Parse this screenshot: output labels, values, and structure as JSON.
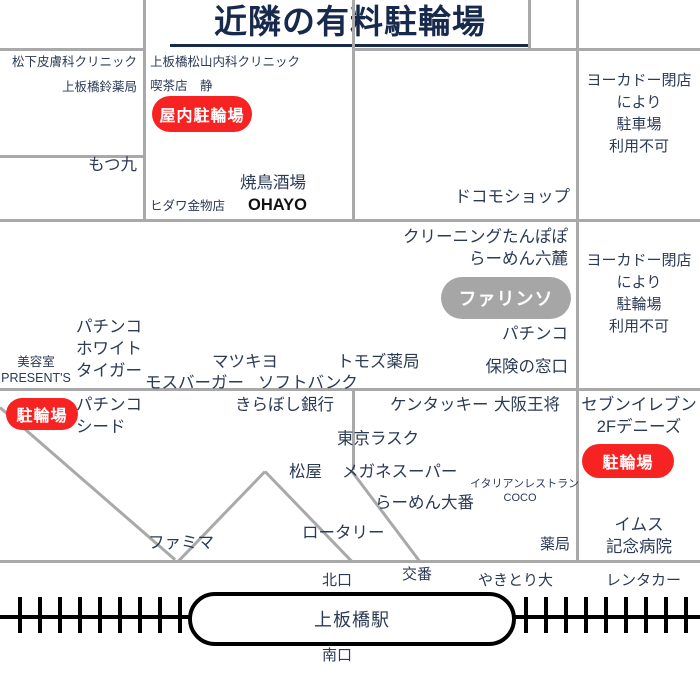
{
  "title": "近隣の有料駐輪場",
  "colors": {
    "accent_red": "#f72323",
    "badge_gray": "#a6a6a6",
    "text_navy": "#2b3a55",
    "title_navy": "#17294d",
    "grid_gray": "#a9a9a9"
  },
  "badges": [
    {
      "id": "indoor-parking",
      "label": "屋内駐輪場",
      "color": "red"
    },
    {
      "id": "farinso",
      "label": "ファリンソ",
      "color": "gray"
    },
    {
      "id": "parking-left",
      "label": "駐輪場",
      "color": "red"
    },
    {
      "id": "parking-right",
      "label": "駐輪場",
      "color": "red"
    }
  ],
  "blocks": {
    "top_left": {
      "items": [
        "松下皮膚科クリニック",
        "上板橋鈴薬局",
        "もつ九"
      ]
    },
    "top_center": {
      "items": [
        "上板橋松山内科クリニック",
        "喫茶店　静",
        "焼鳥酒場",
        "OHAYO",
        "ヒダワ金物店"
      ]
    },
    "top_right_block": {
      "items": [
        "ドコモショップ"
      ]
    },
    "far_right_upper": {
      "lines": [
        "ヨーカドー閉店",
        "により",
        "駐車場",
        "利用不可"
      ]
    },
    "far_right_mid": {
      "lines": [
        "ヨーカドー閉店",
        "により",
        "駐輪場",
        "利用不可"
      ]
    },
    "mid_right": {
      "items": [
        "クリーニングたんぽぽ",
        "らーめん六麓",
        "パチンコ",
        "保険の窓口"
      ]
    },
    "mid_left": {
      "items": [
        "美容室",
        "PRESENT'S",
        "パチンコ",
        "ホワイト",
        "タイガー"
      ]
    },
    "mid_center": {
      "items": [
        "マツキヨ",
        "モスバーガー",
        "ソフトバンク",
        "トモズ薬局"
      ]
    },
    "lower_left": {
      "items": [
        "パチンコ",
        "シード",
        "ファミマ"
      ]
    },
    "lower_center": {
      "items": [
        "きらぼし銀行",
        "東京ラスク",
        "松屋",
        "メガネスーパー",
        "らーめん大番",
        "ロータリー"
      ]
    },
    "lower_right": {
      "items": [
        "ケンタッキー",
        "大阪王将",
        "イタリアンレストラン",
        "COCO",
        "薬局"
      ]
    },
    "far_right_lower": {
      "items": [
        "セブンイレブン",
        "2Fデニーズ",
        "イムス",
        "記念病院"
      ]
    }
  },
  "station_area": {
    "name": "上板橋駅",
    "north_exit": "北口",
    "south_exit": "南口",
    "koban": "交番",
    "yakitori": "やきとり大",
    "rentacar": "レンタカー"
  }
}
